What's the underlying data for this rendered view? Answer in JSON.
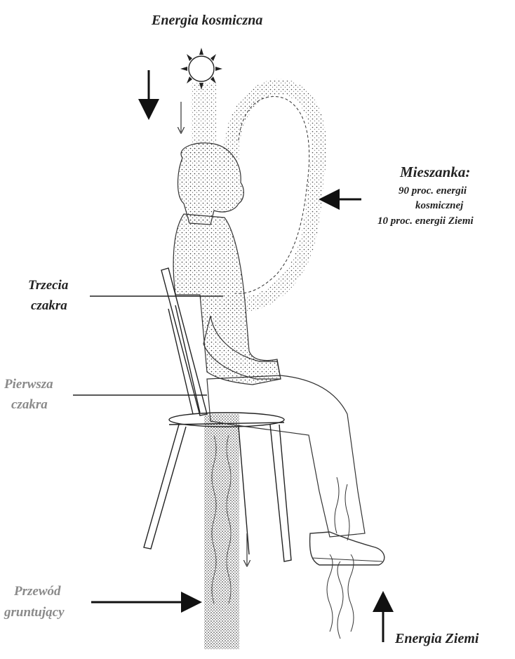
{
  "labels": {
    "cosmic_energy": "Energia kosmiczna",
    "mixture_title": "Mieszanka:",
    "mixture_line1": "90 proc. energii",
    "mixture_line2": "kosmicznej",
    "mixture_line3": "10 proc. energii Ziemi",
    "third_chakra_l1": "Trzecia",
    "third_chakra_l2": "czakra",
    "first_chakra_l1": "Pierwsza",
    "first_chakra_l2": "czakra",
    "grounding_l1": "Przewód",
    "grounding_l2": "gruntujący",
    "earth_energy": "Energia Ziemi"
  }
}
